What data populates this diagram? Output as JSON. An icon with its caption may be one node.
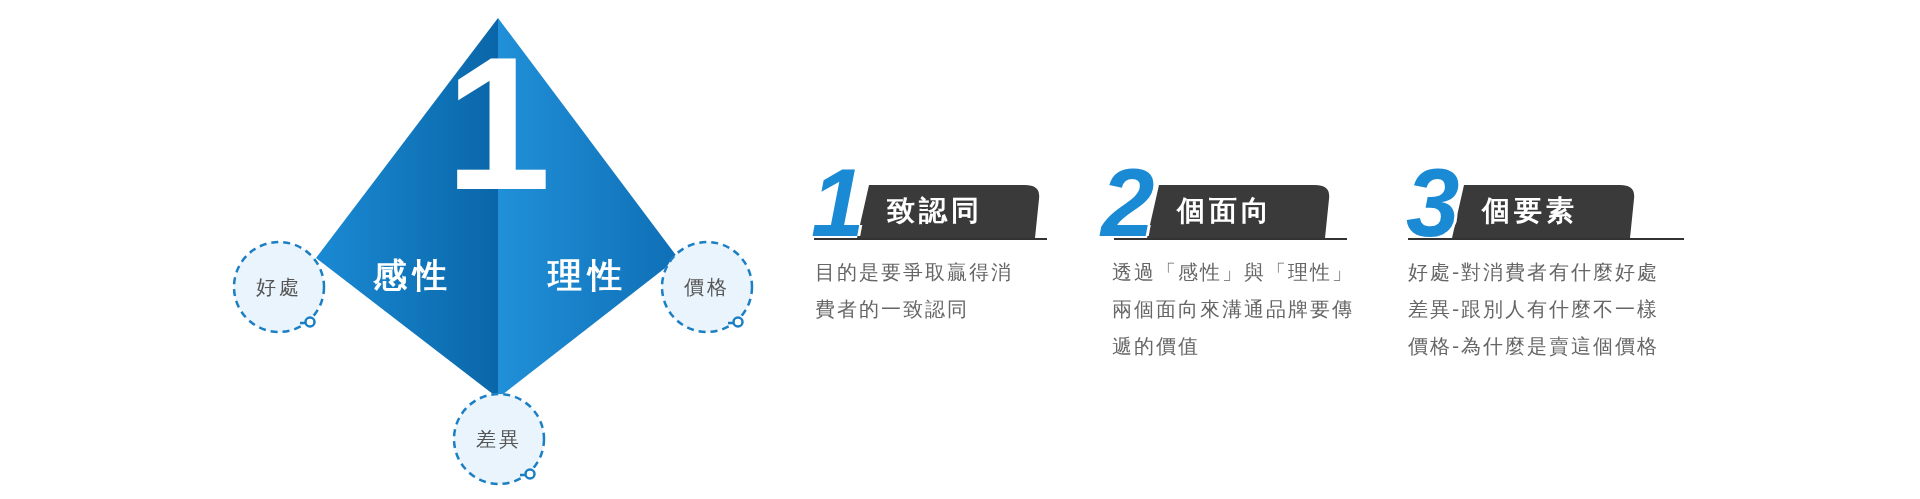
{
  "diagram": {
    "nodes": [
      {
        "text": [
          "1",
          "感性",
          "理性"
        ]
      },
      {
        "text": [
          "好處"
        ]
      },
      {
        "text": [
          "價格"
        ]
      },
      {
        "text": [
          "差異"
        ]
      },
      {
        "text": [
          "致認同"
        ],
        "beside": [
          "1"
        ]
      },
      {
        "text": [
          "個面向"
        ],
        "beside": [
          "2"
        ]
      },
      {
        "text": [
          "個要素"
        ],
        "beside": [
          "3"
        ]
      }
    ],
    "edges": [],
    "labels": [
      "目的是要爭取贏得消費者的一致認同",
      "透過「感性」與「理性」兩個面向來溝通品牌要傳遞的價值",
      "好處-對消費者有什麼好處",
      "差異-跟別人有什麼不一樣",
      "價格-為什麼是賣這個價格"
    ]
  }
}
